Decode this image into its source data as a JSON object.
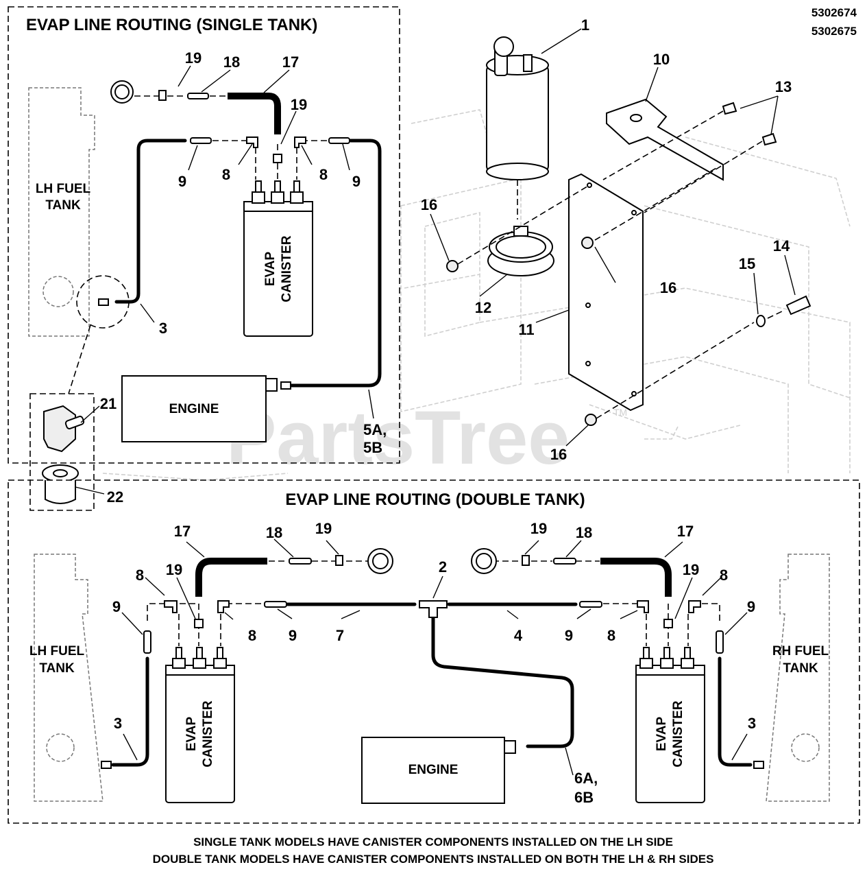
{
  "header": {
    "model_numbers": [
      "5302674",
      "5302675"
    ]
  },
  "single_tank": {
    "title": "EVAP LINE ROUTING  (SINGLE TANK)",
    "lh_tank_label": [
      "LH FUEL",
      "TANK"
    ],
    "canister_label": [
      "EVAP",
      "CANISTER"
    ],
    "engine_label": "ENGINE",
    "callouts": [
      "19",
      "18",
      "17",
      "19",
      "9",
      "8",
      "8",
      "9",
      "3",
      "5A,",
      "5B",
      "21",
      "22"
    ]
  },
  "double_tank": {
    "title": "EVAP LINE ROUTING  (DOUBLE TANK)",
    "lh_tank_label": [
      "LH FUEL",
      "TANK"
    ],
    "rh_tank_label": [
      "RH FUEL",
      "TANK"
    ],
    "canister_label": [
      "EVAP",
      "CANISTER"
    ],
    "engine_label": "ENGINE",
    "callouts": [
      "17",
      "18",
      "19",
      "2",
      "19",
      "18",
      "17",
      "8",
      "19",
      "19",
      "8",
      "9",
      "9",
      "8",
      "9",
      "7",
      "4",
      "9",
      "8",
      "3",
      "3",
      "6A,",
      "6B"
    ]
  },
  "exploded_view": {
    "callouts": [
      "1",
      "10",
      "13",
      "16",
      "16",
      "16",
      "12",
      "11",
      "15",
      "14"
    ]
  },
  "watermark": {
    "text": "PartsTree",
    "tm": "TM"
  },
  "footer": {
    "notes": [
      "SINGLE TANK MODELS HAVE CANISTER COMPONENTS INSTALLED ON THE LH SIDE",
      "DOUBLE TANK MODELS HAVE CANISTER COMPONENTS INSTALLED ON BOTH THE LH & RH SIDES"
    ]
  }
}
